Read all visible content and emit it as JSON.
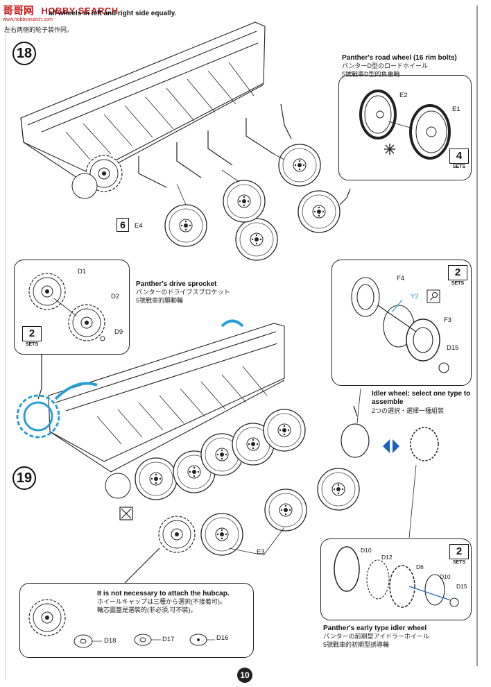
{
  "watermark": {
    "logo": "哥哥网",
    "search": "HOBBY SEARCH",
    "url": "www.hobbysearch.com"
  },
  "header": {
    "line1": "all wheels in left and right side equally.",
    "line2": "左右两侧的轮子装作同。"
  },
  "step18": {
    "number": "18",
    "road_wheel": {
      "title": "Panther's road wheel (16 rim bolts)",
      "jp": "パンターD型のロードホイール",
      "cn": "5號戰車D型的負重輪",
      "parts": [
        "E2",
        "E1"
      ],
      "sets": "4",
      "sets_label": "SETS"
    },
    "main_sets": "6",
    "main_part": "E4"
  },
  "step19": {
    "number": "19",
    "sprocket": {
      "title": "Panther's drive sprocket",
      "jp": "パンターのドライブスプロケット",
      "cn": "5號戰車的驅動輪",
      "parts": [
        "D1",
        "D2",
        "D9"
      ],
      "sets": "2",
      "sets_label": "SETS"
    },
    "idler": {
      "parts": [
        "F4",
        "Y2",
        "F3",
        "D15"
      ],
      "sets": "2",
      "sets_label": "SETS",
      "select_title_1": "Idler wheel: select one type to",
      "select_title_2": "assemble",
      "select_cn": "2つの選択・選擇一種組裝"
    },
    "early_idler": {
      "parts": [
        "D10",
        "D12",
        "D6",
        "D10",
        "D15"
      ],
      "sets": "2",
      "sets_label": "SETS",
      "title": "Panther's early type idler wheel",
      "jp": "パンターの前期型アイドラーホイール",
      "cn": "5號戰車的初期型誘導輪"
    },
    "main_part": "E3",
    "hubcap": {
      "title": "It is not necessary to attach the hubcap.",
      "jp": "ホイールキャップは三種から選択(不接着可)。",
      "cn": "輪芯圖蓋是選裝的(非必須,可不裝)。",
      "parts": [
        "D18",
        "D17",
        "D16"
      ]
    }
  },
  "page_number": "10",
  "colors": {
    "highlight": "#2a9fd6",
    "arrow_blue": "#1f5fbf",
    "ink": "#222222"
  }
}
